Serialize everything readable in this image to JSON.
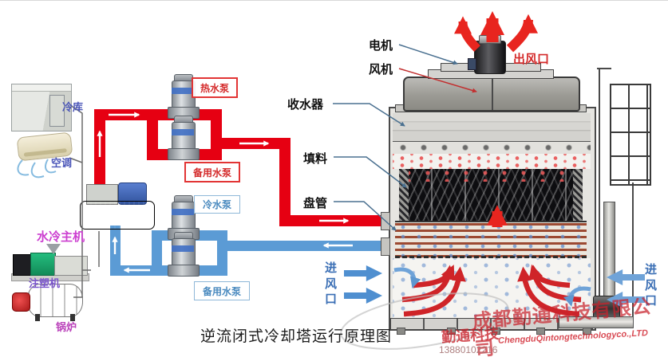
{
  "diagram_title": "逆流闭式冷却塔运行原理图",
  "equipment_labels": {
    "cold_storage": "冷库",
    "air_conditioner": "空调",
    "chiller": "水冷主机",
    "injection_molding_machine": "注塑机",
    "boiler": "锅炉"
  },
  "pump_labels": {
    "hot_water_pump": "热水泵",
    "hot_backup_pump": "备用水泵",
    "cold_water_pump": "冷水泵",
    "cold_backup_pump": "备用水泵"
  },
  "tower_labels": {
    "motor": "电机",
    "fan": "风机",
    "air_outlet": "出风口",
    "water_collector": "收水器",
    "filler": "填料",
    "coil": "盘管",
    "air_inlet_left": "进风口",
    "air_inlet_right": "进风口"
  },
  "watermark": {
    "company_cn": "成都勤通科技有限公司",
    "brand": "勤通科技",
    "company_en": "ChengduQintongtechnologyco.,LTD",
    "phone": "13880102216"
  },
  "colors": {
    "hot_water_pipe": "#e60012",
    "cold_water_pipe": "#5b9bd5",
    "watermark_red": "#c8232c"
  }
}
